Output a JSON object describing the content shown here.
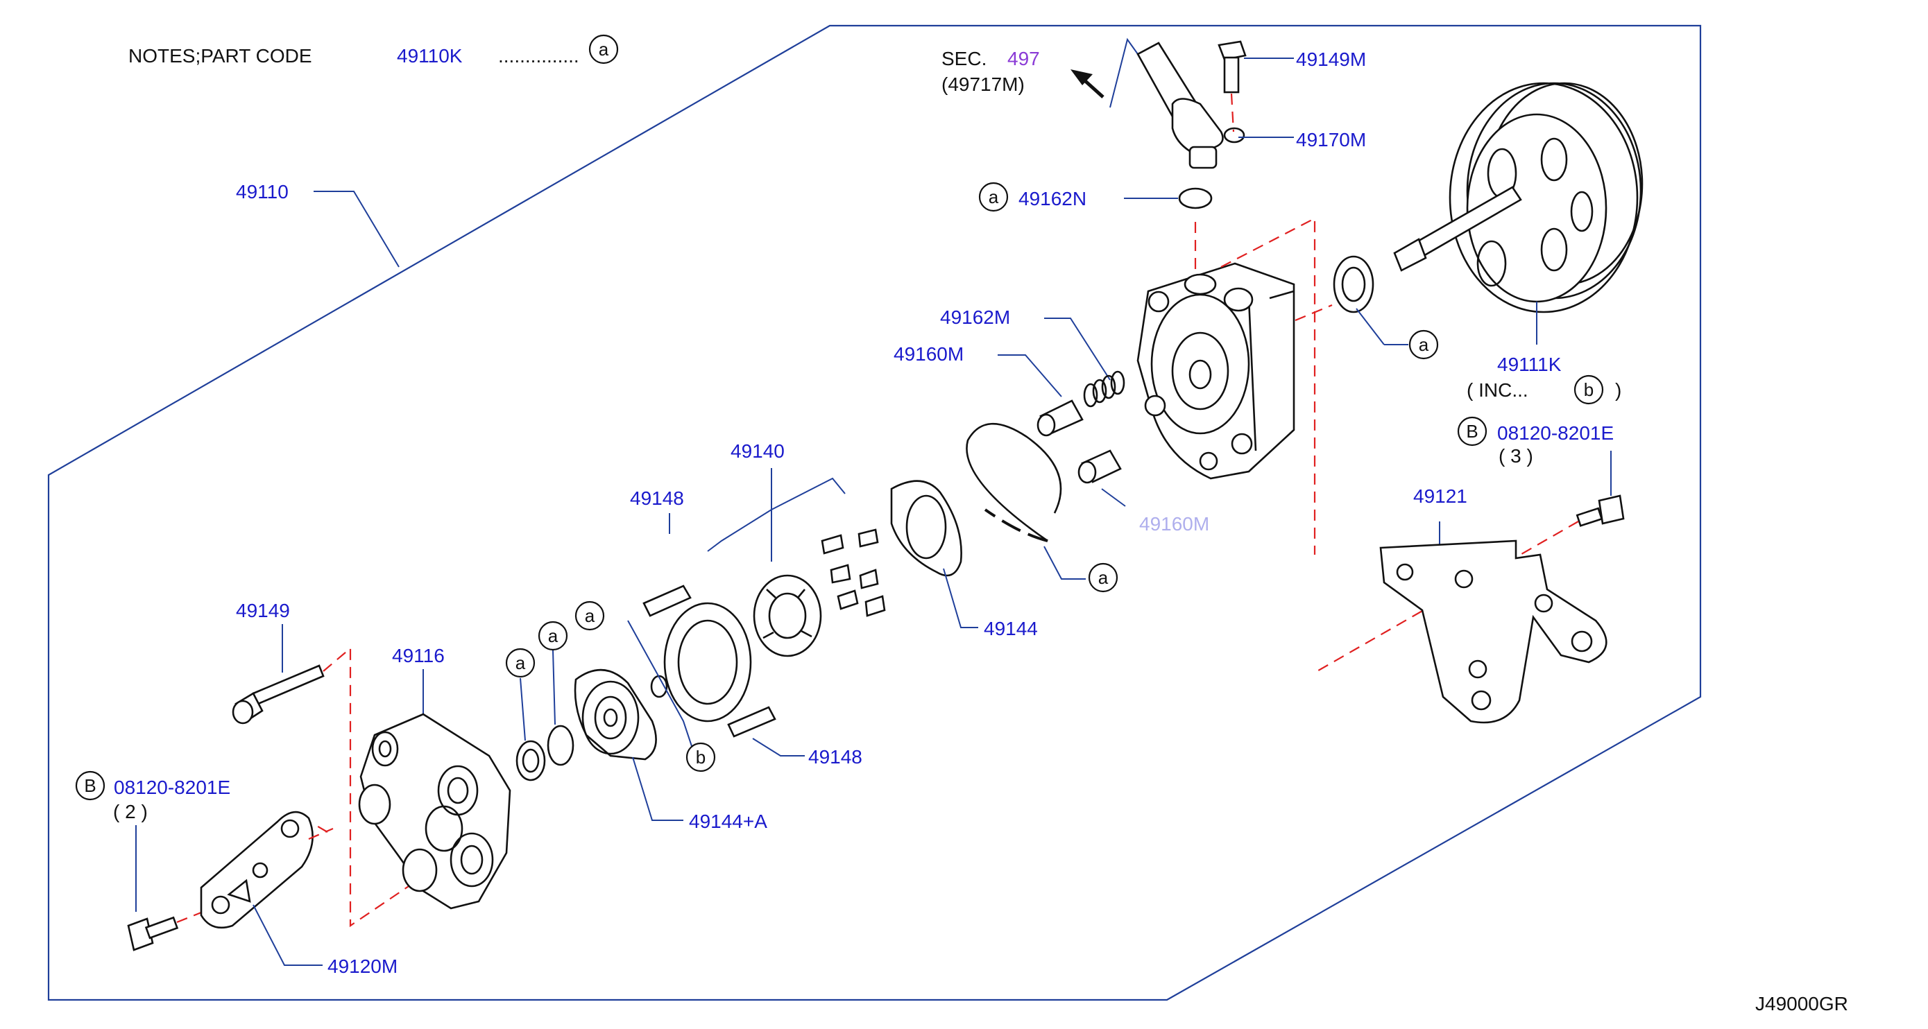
{
  "notes": {
    "prefix": "NOTES;PART   CODE",
    "code": "49110K",
    "dots": "...............",
    "marker": "a"
  },
  "sec_ref": {
    "label": "SEC.",
    "number": "497",
    "sub": "(49717M)"
  },
  "diagram_code": "J49000GR",
  "callout_symbols": {
    "a": "a",
    "b": "b",
    "B": "B"
  },
  "parts": {
    "p49110": "49110",
    "p49149M": "49149M",
    "p49170M": "49170M",
    "p49162N": "49162N",
    "p49162M": "49162M",
    "p49160M": "49160M",
    "p49111K": "49111K",
    "inc_open": "(  INC...",
    "inc_close": ")",
    "p08120_right": "08120-8201E",
    "qty_right": "( 3 )",
    "p49121": "49121",
    "p49140": "49140",
    "p49148_top": "49148",
    "p49144": "49144",
    "p49149": "49149",
    "p49116": "49116",
    "p49148_bottom": "49148",
    "p49144A": "49144+A",
    "p08120_left": "08120-8201E",
    "qty_left": "( 2 )",
    "p49120M": "49120M",
    "p49160M_ghost": "49160M"
  },
  "colors": {
    "label": "#1a1acc",
    "leader": "#1f3f9a",
    "dash": "#e02020",
    "sec": "#8a3ad6"
  }
}
